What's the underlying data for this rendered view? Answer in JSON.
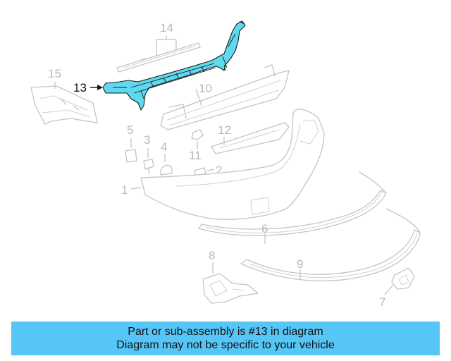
{
  "diagram": {
    "highlighted_callout": "13",
    "callouts": {
      "c1": "1",
      "c2": "2",
      "c3": "3",
      "c4": "4",
      "c5": "5",
      "c6": "6",
      "c7": "7",
      "c8": "8",
      "c9": "9",
      "c10": "10",
      "c11": "11",
      "c12": "12",
      "c13": "13",
      "c14": "14",
      "c15": "15"
    },
    "colors": {
      "highlight_fill": "#5fd9ee",
      "ghost_line": "#c4c4c4",
      "banner_bg": "#56c6f7"
    }
  },
  "banner": {
    "line1": "Part or sub-assembly is #13 in diagram",
    "line2": "Diagram may not be specific to your vehicle"
  }
}
